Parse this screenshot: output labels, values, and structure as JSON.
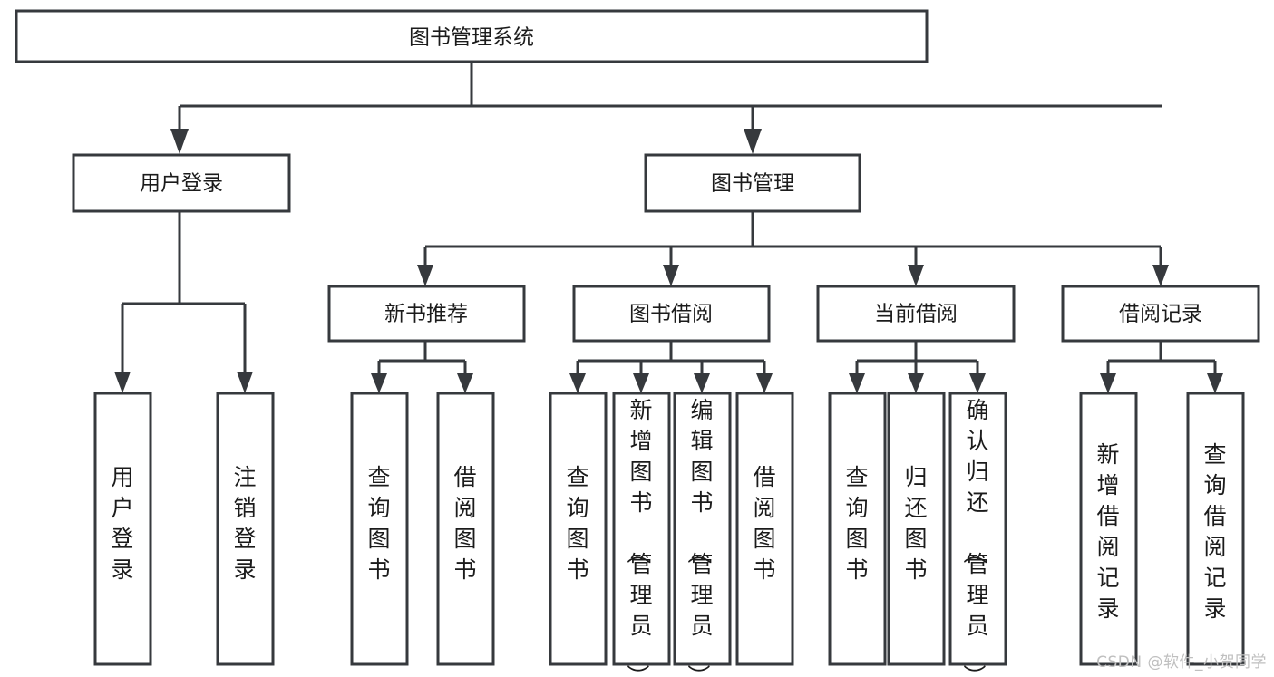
{
  "diagram": {
    "title": "图书管理系统",
    "watermark": "CSDN @软件_小贺同学",
    "colors": {
      "stroke": "#36393d",
      "fill": "#ffffff",
      "text": "#1b1b1b",
      "watermark": "#bfbfbf"
    },
    "nodes": {
      "root": {
        "label": "图书管理系统"
      },
      "level2": [
        {
          "label": "用户登录"
        },
        {
          "label": "图书管理"
        }
      ],
      "level3": [
        {
          "label": "新书推荐"
        },
        {
          "label": "图书借阅"
        },
        {
          "label": "当前借阅"
        },
        {
          "label": "借阅记录"
        }
      ],
      "leaves_user_login": [
        {
          "label": "用户登录"
        },
        {
          "label": "注销登录"
        }
      ],
      "leaves_new_book": [
        {
          "label": "查询图书"
        },
        {
          "label": "借阅图书"
        }
      ],
      "leaves_borrow": [
        {
          "label": "查询图书"
        },
        {
          "label": "新增图书（管理员）"
        },
        {
          "label": "编辑图书（管理员）"
        },
        {
          "label": "借阅图书"
        }
      ],
      "leaves_current": [
        {
          "label": "查询图书"
        },
        {
          "label": "归还图书"
        },
        {
          "label": "确认归还（管理员）"
        }
      ],
      "leaves_records": [
        {
          "label": "新增借阅记录"
        },
        {
          "label": "查询借阅记录"
        }
      ]
    }
  }
}
